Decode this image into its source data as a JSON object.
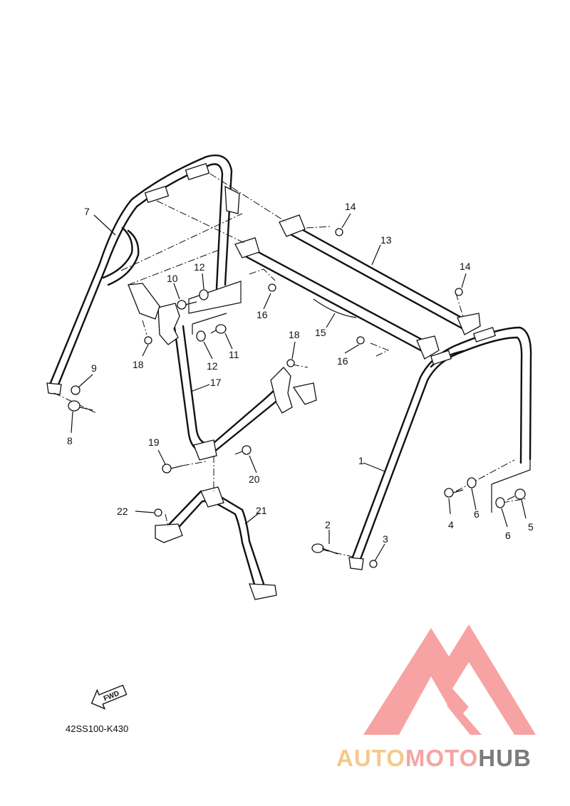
{
  "diagram": {
    "parts": [
      {
        "id": "p1",
        "num": "1"
      },
      {
        "id": "p2",
        "num": "2"
      },
      {
        "id": "p3",
        "num": "3"
      },
      {
        "id": "p4",
        "num": "4"
      },
      {
        "id": "p5",
        "num": "5"
      },
      {
        "id": "p6a",
        "num": "6"
      },
      {
        "id": "p6b",
        "num": "6"
      },
      {
        "id": "p7",
        "num": "7"
      },
      {
        "id": "p8",
        "num": "8"
      },
      {
        "id": "p9",
        "num": "9"
      },
      {
        "id": "p10",
        "num": "10"
      },
      {
        "id": "p11",
        "num": "11"
      },
      {
        "id": "p12a",
        "num": "12"
      },
      {
        "id": "p12b",
        "num": "12"
      },
      {
        "id": "p13",
        "num": "13"
      },
      {
        "id": "p14a",
        "num": "14"
      },
      {
        "id": "p14b",
        "num": "14"
      },
      {
        "id": "p15",
        "num": "15"
      },
      {
        "id": "p16a",
        "num": "16"
      },
      {
        "id": "p16b",
        "num": "16"
      },
      {
        "id": "p17",
        "num": "17"
      },
      {
        "id": "p18a",
        "num": "18"
      },
      {
        "id": "p18b",
        "num": "18"
      },
      {
        "id": "p19",
        "num": "19"
      },
      {
        "id": "p20",
        "num": "20"
      },
      {
        "id": "p21",
        "num": "21"
      },
      {
        "id": "p22",
        "num": "22"
      }
    ],
    "fwd_label": "FWD",
    "diagram_code": "42SS100-K430"
  },
  "brand": {
    "part1": "AUTO",
    "part2": "MOTO",
    "part3": "HUB",
    "colors": {
      "auto": "#f5c98a",
      "moto": "#f7a3a3",
      "hub": "#7b7b7b",
      "mark": "#f7a3a3"
    }
  }
}
